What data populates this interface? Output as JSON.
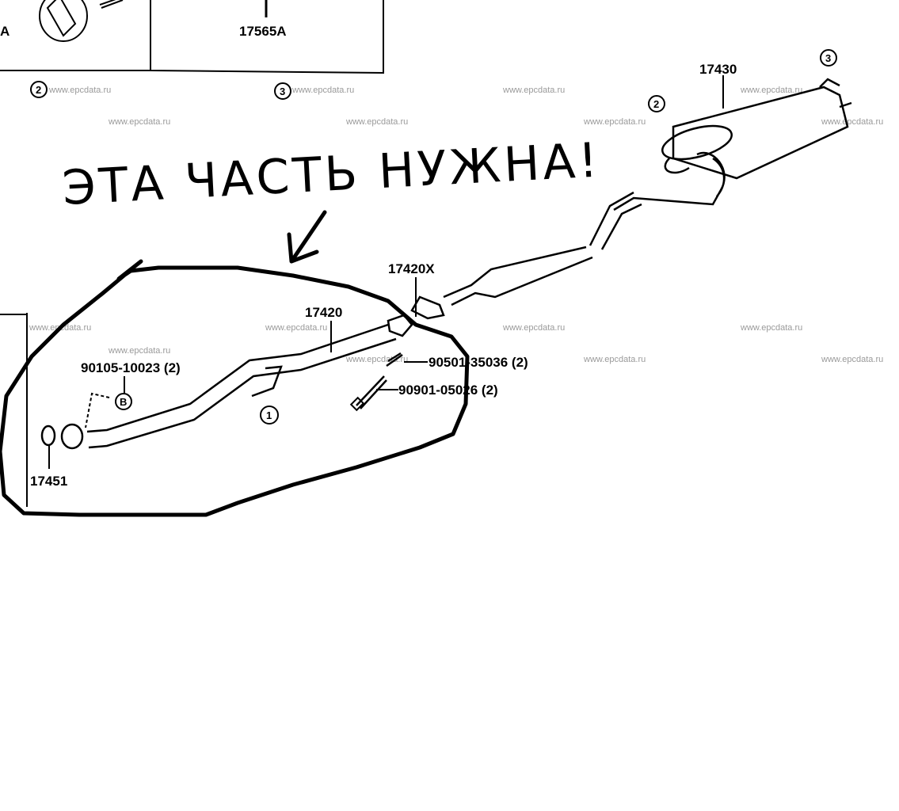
{
  "diagram": {
    "part_labels": {
      "p17565A": "17565A",
      "p17430": "17430",
      "p17420X": "17420X",
      "p17420": "17420",
      "p90501": "90501-35036 (2)",
      "p90901": "90901-05026 (2)",
      "p90105": "90105-10023 (2)",
      "p17451": "17451",
      "cutA": "A"
    },
    "callouts": {
      "c1": "1",
      "c2a": "2",
      "c3a": "3",
      "c2b": "2",
      "c3b": "3",
      "cB": "B"
    },
    "annotation": {
      "handwritten_note": "ЭТА ЧАСТЬ НУЖНА!"
    },
    "watermark": "www.epcdata.ru"
  }
}
